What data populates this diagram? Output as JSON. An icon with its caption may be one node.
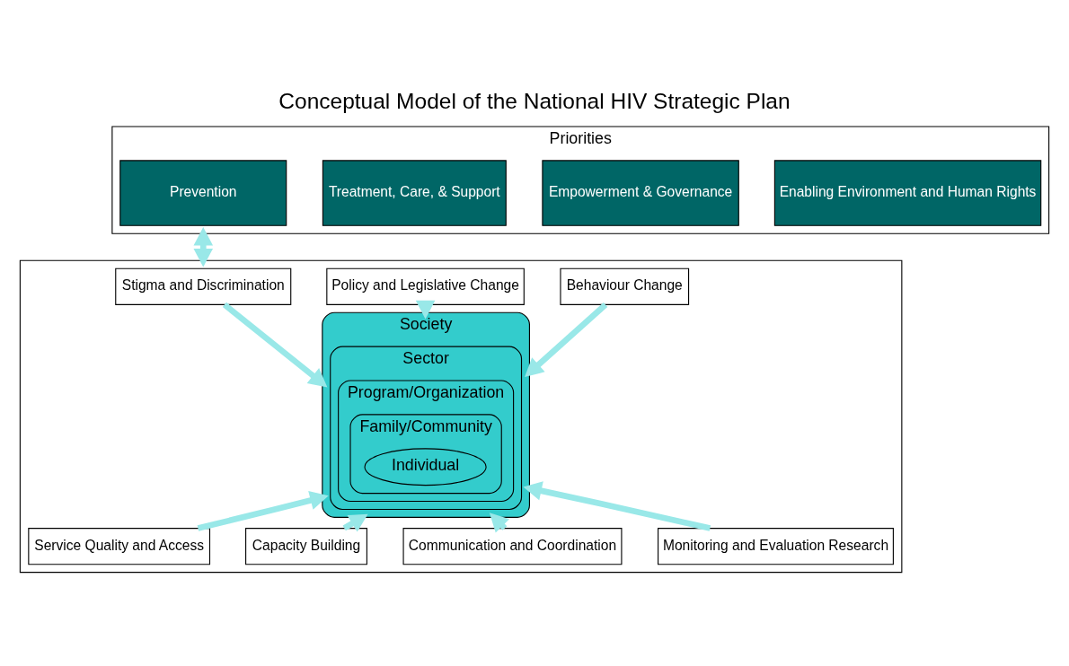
{
  "diagram": {
    "title": "Conceptual Model of the National HIV Strategic Plan",
    "nodes": [
      {
        "text": [
          "Priorities"
        ]
      },
      {
        "text": [
          "Prevention"
        ],
        "in": 0
      },
      {
        "text": [
          "Treatment, Care, & Support"
        ],
        "in": 0
      },
      {
        "text": [
          "Empowerment & Governance"
        ],
        "in": 0
      },
      {
        "text": [
          "Enabling Environment and Human Rights"
        ],
        "in": 0
      },
      {
        "text": [],
        "shape": "box"
      },
      {
        "text": [
          "Stigma and Discrimination"
        ],
        "in": 5
      },
      {
        "text": [
          "Policy and Legislative Change"
        ],
        "in": 5
      },
      {
        "text": [
          "Behaviour Change"
        ],
        "in": 5
      },
      {
        "text": [
          "Society"
        ],
        "in": 5
      },
      {
        "text": [
          "Sector"
        ],
        "in": 9
      },
      {
        "text": [
          "Program/Organization"
        ],
        "in": 10
      },
      {
        "text": [
          "Family/Community"
        ],
        "in": 11
      },
      {
        "text": [
          "Individual"
        ],
        "in": 12
      },
      {
        "text": [
          "Service Quality and Access"
        ],
        "in": 5
      },
      {
        "text": [
          "Capacity Building"
        ],
        "in": 5
      },
      {
        "text": [
          "Communication and Coordination"
        ],
        "in": 5
      },
      {
        "text": [
          "Monitoring and Evaluation Research"
        ],
        "in": 5
      }
    ],
    "edges": [
      {
        "from": 0,
        "to": 5,
        "arrow": "both"
      },
      {
        "from": 6,
        "to": 9,
        "arrow": "to"
      },
      {
        "from": 7,
        "to": 9,
        "arrow": "to"
      },
      {
        "from": 8,
        "to": 9,
        "arrow": "to"
      },
      {
        "from": 14,
        "to": 9,
        "arrow": "to"
      },
      {
        "from": 15,
        "to": 9,
        "arrow": "to"
      },
      {
        "from": 16,
        "to": 9,
        "arrow": "to"
      },
      {
        "from": 17,
        "to": 9,
        "arrow": "to"
      }
    ]
  }
}
